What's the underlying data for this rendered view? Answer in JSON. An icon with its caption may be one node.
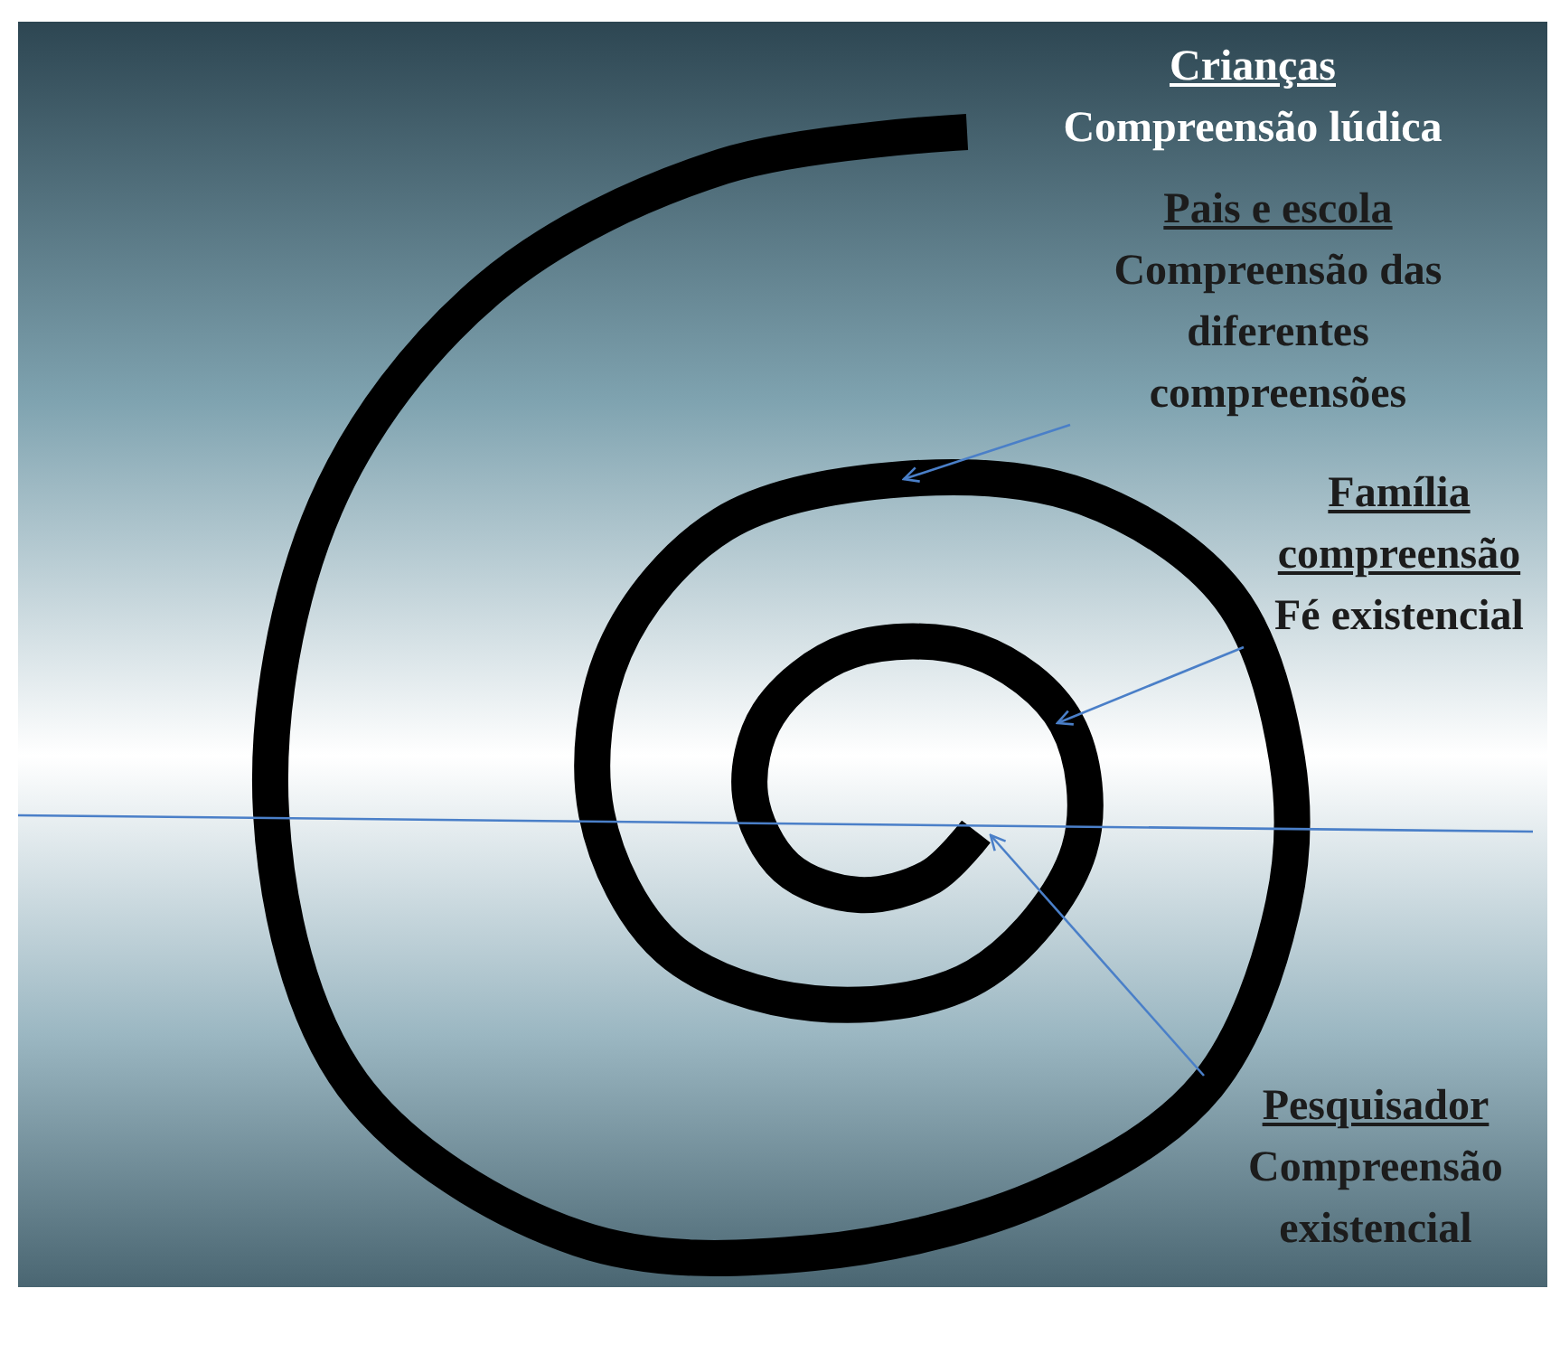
{
  "diagram": {
    "nodes": [
      {
        "text": [
          "Crianças",
          "Compreensão lúdica"
        ]
      },
      {
        "text": [
          "Pais e escola",
          "Compreensão das diferentes compreensões"
        ]
      },
      {
        "text": [
          "Família compreensão",
          "Fé existencial"
        ]
      },
      {
        "text": [
          "Pesquisador",
          "Compreensão existencial"
        ]
      }
    ],
    "edges": [
      {
        "from": 1,
        "to": null,
        "arrow": "to",
        "color": "#4a7fc8"
      },
      {
        "from": 2,
        "to": null,
        "arrow": "to",
        "color": "#4a7fc8"
      },
      {
        "from": 3,
        "to": null,
        "arrow": "to",
        "color": "#4a7fc8"
      }
    ]
  }
}
